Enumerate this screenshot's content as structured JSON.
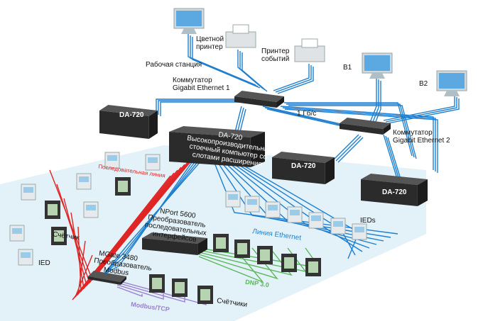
{
  "labels": {
    "workstation": "Рабочая станция",
    "color_printer": "Цветной принтер",
    "event_printer": "Принтер событий",
    "b1": "В1",
    "b2": "В2",
    "switch1": "Коммутатор Gigabit Ethernet 1",
    "switch2": "Коммутатор Gigabit Ethernet 2",
    "speed": "1 Гб/с",
    "da720": "DA-720",
    "central_desc": "Высокопроизводительный стоечный компьютер со слотами расширения",
    "serial_line": "Последовательная линия",
    "meter": "Счётчик",
    "ied": "IED",
    "nport": "NPort 5600 Преобразователь последовательных интерфейсов",
    "ethernet_line": "Линия Ethernet",
    "ieds": "IEDs",
    "dnp": "DNP 3.0",
    "mgate": "MGate 3480 Преобразователь Modbus",
    "modbus_tcp": "Modbus/TCP",
    "meters": "Счётчики"
  },
  "colors": {
    "ethernet": "#1e7fd0",
    "serial": "#e02424",
    "dnp": "#5cb85c",
    "modbus": "#9a7fd1",
    "field_bg": "#e3f1f8"
  }
}
